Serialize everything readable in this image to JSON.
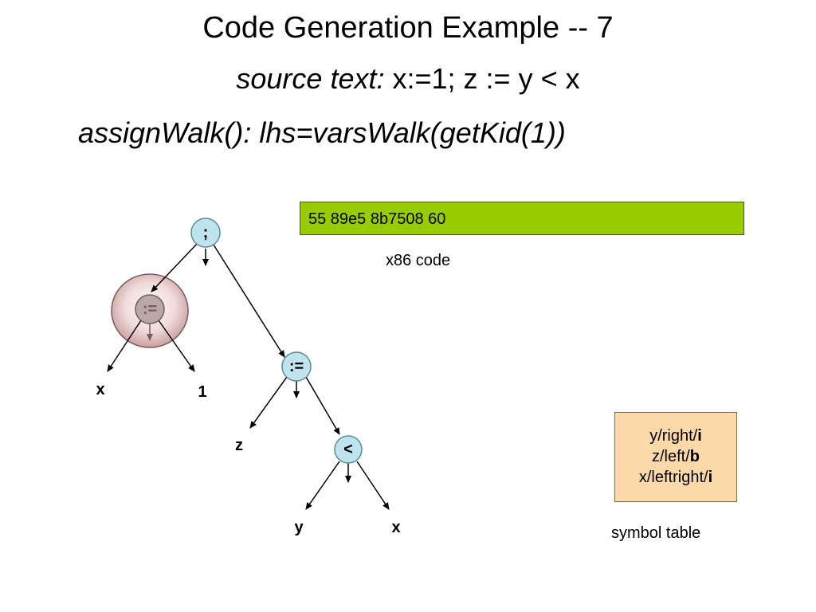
{
  "title": "Code Generation Example -- 7",
  "source_line": {
    "lead": "source text:",
    "code": " x:=1; z := y < x"
  },
  "walk_line": "assignWalk(): lhs=varsWalk(getKid(1))",
  "code_box": {
    "text": "55 89e5 8b7508 60",
    "caption": "x86 code",
    "color": "#99cc00"
  },
  "tree": {
    "root": ";",
    "assign_left": ":=",
    "assign_right": ":=",
    "less_than": "<",
    "leaves": {
      "x_left": "x",
      "one": "1",
      "z": "z",
      "y": "y",
      "x_right": "x"
    },
    "node_color": "#bfe4ee",
    "highlight_color": "#e8c8c8"
  },
  "symbol_table": {
    "rows": [
      {
        "text": "y/right/",
        "bold": "i"
      },
      {
        "text": "z/left/",
        "bold": "b"
      },
      {
        "text": "x/leftright/",
        "bold": "i"
      }
    ],
    "caption": "symbol table",
    "color": "#fcd9a8"
  }
}
